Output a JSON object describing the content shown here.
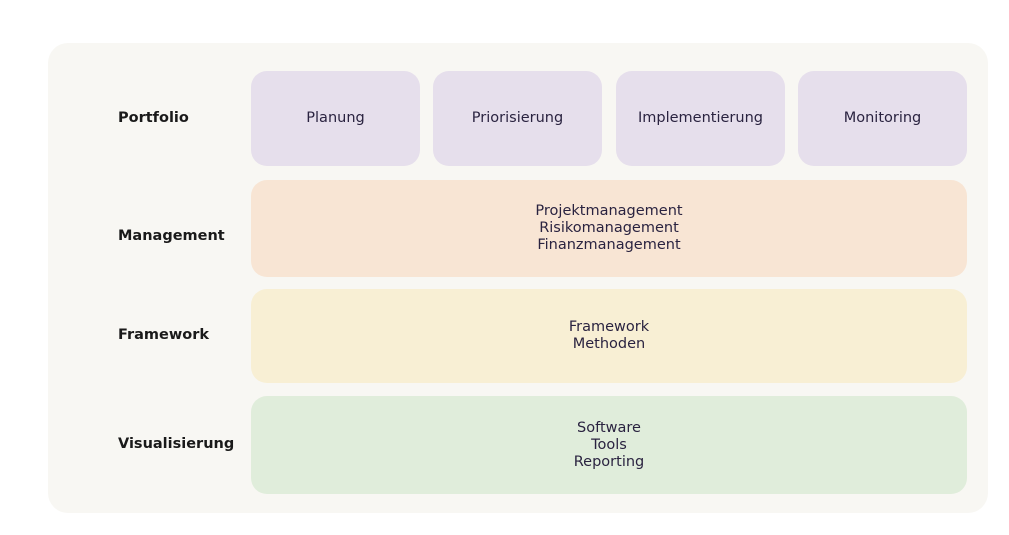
{
  "rows": {
    "portfolio": {
      "label": "Portfolio",
      "items": [
        "Planung",
        "Priorisierung",
        "Implementierung",
        "Monitoring"
      ]
    },
    "management": {
      "label": "Management",
      "lines": [
        "Projektmanagement",
        "Risikomanagement",
        "Finanzmanagement"
      ]
    },
    "framework": {
      "label": "Framework",
      "lines": [
        "Framework",
        "Methoden"
      ]
    },
    "visualisierung": {
      "label": "Visualisierung",
      "lines": [
        "Software",
        "Tools",
        "Reporting"
      ]
    }
  },
  "colors": {
    "portfolio": "#e6dfec",
    "management": "#f8e5d4",
    "framework": "#f8efd4",
    "visualisierung": "#e0eddb",
    "panel": "#f8f7f3"
  }
}
